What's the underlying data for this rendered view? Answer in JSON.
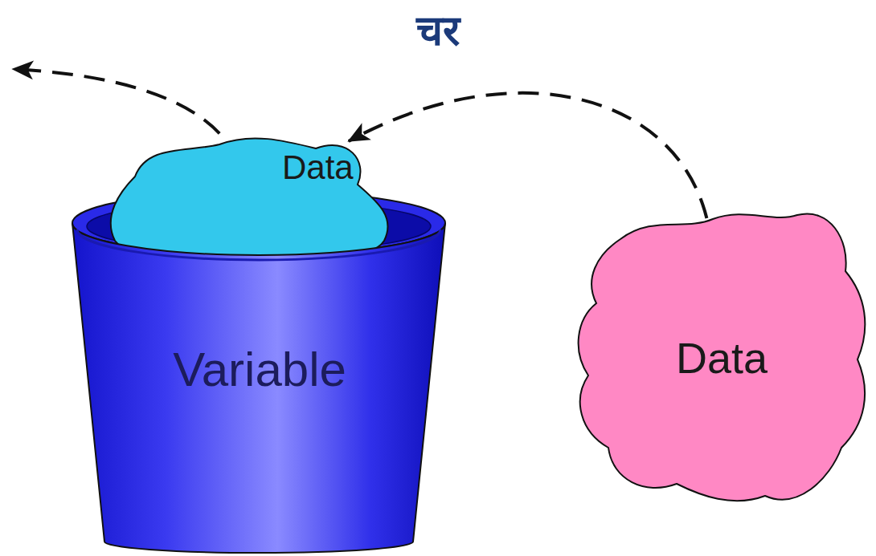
{
  "diagram": {
    "title": "चर",
    "nodes": [
      {
        "text": [
          "Variable"
        ]
      },
      {
        "text": [
          "Data"
        ],
        "in": 0
      },
      {
        "text": [
          "Data"
        ]
      }
    ],
    "edges": [
      {
        "from": 2,
        "to": 1,
        "arrow": "to"
      }
    ]
  }
}
